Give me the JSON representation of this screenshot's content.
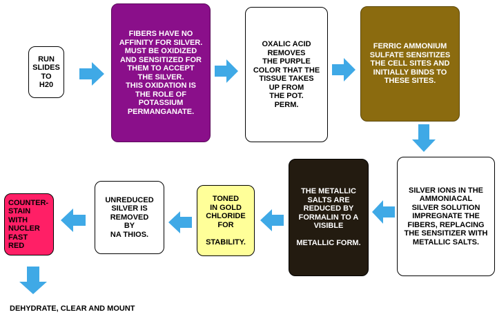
{
  "colors": {
    "arrow": "#3fa9e6",
    "white_box": "#ffffff",
    "purple_box": "#8a0f8a",
    "olive_box": "#8b6b0f",
    "black_box": "#231b10",
    "yellow_box": "#ffff99",
    "pink_box": "#ff1f66"
  },
  "steps": [
    {
      "id": "s1",
      "text": "RUN\nSLIDES\nTO\nH20"
    },
    {
      "id": "s2",
      "text": "FIBERS HAVE NO\nAFFINITY FOR SILVER.\nMUST BE OXIDIZED\nAND SENSITIZED FOR\nTHEM TO ACCEPT\nTHE SILVER.\nTHIS OXIDATION IS\nTHE ROLE OF\nPOTASSIUM\nPERMANGANATE."
    },
    {
      "id": "s3",
      "text": "OXALIC ACID\nREMOVES\nTHE PURPLE\nCOLOR THAT THE\nTISSUE TAKES\nUP FROM\nTHE POT.\nPERM."
    },
    {
      "id": "s4",
      "text": "FERRIC AMMONIUM\nSULFATE SENSITIZES\nTHE CELL SITES AND\nINITIALLY BINDS TO\nTHESE SITES."
    },
    {
      "id": "s5",
      "text": "SILVER IONS IN THE\nAMMONIACAL\nSILVER SOLUTION\nIMPREGNATE THE\nFIBERS, REPLACING\nTHE SENSITIZER WITH\nMETALLIC SALTS."
    },
    {
      "id": "s6",
      "text": "THE METALLIC\nSALTS ARE\nREDUCED BY\nFORMALIN TO A\nVISIBLE\n\nMETALLIC FORM."
    },
    {
      "id": "s7",
      "text": "TONED\nIN GOLD\nCHLORIDE\nFOR\n\nSTABILITY."
    },
    {
      "id": "s8",
      "text": "UNREDUCED\nSILVER IS\nREMOVED\nBY\nNA  THIOS."
    },
    {
      "id": "s9",
      "text": "COUNTER-\nSTAIN WITH\nNUCLER\nFAST\nRED"
    }
  ],
  "final_step": "DEHYDRATE, CLEAR AND MOUNT"
}
